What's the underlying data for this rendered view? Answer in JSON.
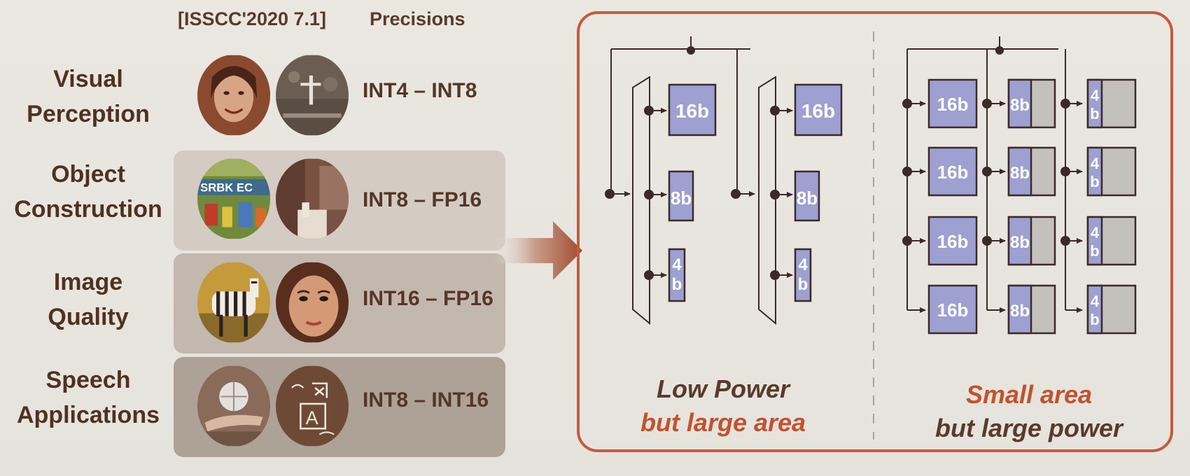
{
  "header": {
    "reference": "[ISSCC'2020 7.1]",
    "precisions": "Precisions"
  },
  "rows": [
    {
      "category_line1": "Visual",
      "category_line2": "Perception",
      "precision": "INT4 – INT8"
    },
    {
      "category_line1": "Object",
      "category_line2": "Construction",
      "precision": "INT8 – FP16"
    },
    {
      "category_line1": "Image",
      "category_line2": "Quality",
      "precision": "INT16 – FP16"
    },
    {
      "category_line1": "Speech",
      "category_line2": "Applications",
      "precision": "INT8 – INT16"
    }
  ],
  "diagram": {
    "left_label_line1": "Low Power",
    "left_label_line2": "but large area",
    "right_label_line1": "Small area",
    "right_label_line2": "but large power",
    "block_16": "16b",
    "block_8": "8b",
    "block_4_top": "4",
    "block_4_bottom": "b"
  },
  "colors": {
    "frame": "#c55a40",
    "block_fill": "#9da0d0",
    "block_stroke": "#3a2a2a",
    "accent_text": "#c0532f",
    "dark_text": "#4f3122"
  }
}
